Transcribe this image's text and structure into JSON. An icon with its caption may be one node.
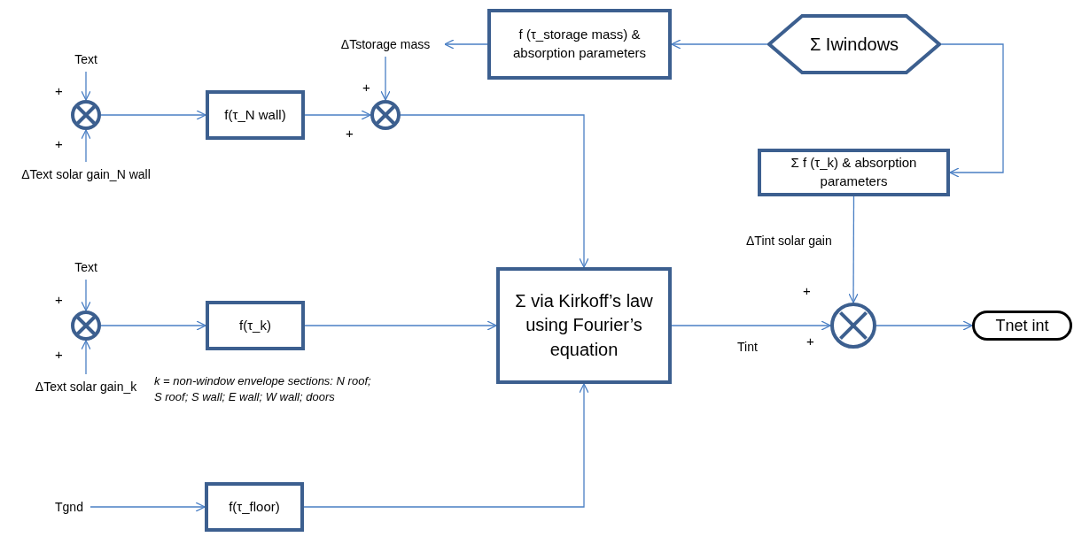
{
  "diagram": {
    "nodes": [
      {
        "text": [
          "Text"
        ]
      },
      {
        "text": [],
        "shape": "circle"
      },
      {
        "text": [
          "ΔText solar gain_N wall"
        ]
      },
      {
        "text": [
          "f(τ_N wall)"
        ]
      },
      {
        "text": [],
        "shape": "circle"
      },
      {
        "text": [
          "ΔTstorage mass"
        ]
      },
      {
        "text": [
          "f (τ_storage mass) & absorption parameters"
        ]
      },
      {
        "text": [
          "Σ Iwindows"
        ]
      },
      {
        "text": [
          "Σ f (τ_k) & absorption parameters"
        ]
      },
      {
        "text": [
          "Text"
        ]
      },
      {
        "text": [],
        "shape": "circle"
      },
      {
        "text": [
          "ΔText solar gain_k"
        ]
      },
      {
        "text": [
          "f(τ_k)"
        ]
      },
      {
        "text": [
          "Σ via Kirkoff’s law using Fourier’s equation"
        ]
      },
      {
        "text": [],
        "shape": "circle"
      },
      {
        "text": [
          "Tnet int"
        ]
      },
      {
        "text": [
          "Tgnd"
        ]
      },
      {
        "text": [
          "f(τ_floor)"
        ]
      }
    ],
    "edges": [
      {
        "from": 0,
        "to": 1,
        "arrow": "to"
      },
      {
        "from": 2,
        "to": 1,
        "arrow": "to"
      },
      {
        "from": 1,
        "to": 3,
        "arrow": "to"
      },
      {
        "from": 3,
        "to": 4,
        "arrow": "to"
      },
      {
        "from": 4,
        "to": 13,
        "arrow": "to"
      },
      {
        "from": 6,
        "to": 5,
        "arrow": "to"
      },
      {
        "from": 5,
        "to": 4,
        "arrow": "to"
      },
      {
        "from": 7,
        "to": 6,
        "arrow": "to"
      },
      {
        "from": 7,
        "to": 8,
        "arrow": "to"
      },
      {
        "from": 8,
        "to": 14,
        "arrow": "to",
        "label": "ΔTint solar gain"
      },
      {
        "from": 9,
        "to": 10,
        "arrow": "to"
      },
      {
        "from": 11,
        "to": 10,
        "arrow": "to"
      },
      {
        "from": 10,
        "to": 12,
        "arrow": "to"
      },
      {
        "from": 12,
        "to": 13,
        "arrow": "to"
      },
      {
        "from": 13,
        "to": 14,
        "arrow": "to",
        "label": "Tint"
      },
      {
        "from": 14,
        "to": 15,
        "arrow": "to"
      },
      {
        "from": 16,
        "to": 17,
        "arrow": "to"
      },
      {
        "from": 17,
        "to": 13,
        "arrow": "to"
      }
    ],
    "labels": [
      "+",
      "+",
      "+",
      "+",
      "+",
      "+",
      "+",
      "+",
      "k = non-window envelope sections: N roof; S roof; S wall; E wall; W wall; doors"
    ]
  }
}
